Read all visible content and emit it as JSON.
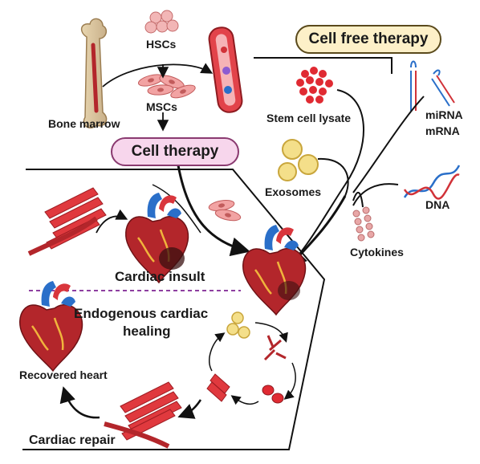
{
  "labels": {
    "hscs": "HSCs",
    "mscs": "MSCs",
    "bone_marrow": "Bone marrow",
    "cell_free_therapy": "Cell free therapy",
    "cell_therapy": "Cell therapy",
    "stem_cell_lysate": "Stem cell lysate",
    "mirna": "miRNA",
    "mrna": "mRNA",
    "exosomes": "Exosomes",
    "dna": "DNA",
    "cytokines": "Cytokines",
    "cardiac_insult": "Cardiac insult",
    "endogenous_line1": "Endogenous cardiac",
    "endogenous_line2": "healing",
    "recovered_heart": "Recovered heart",
    "cardiac_repair": "Cardiac repair"
  },
  "colors": {
    "cell_free_pill_fill": "#fdf0c8",
    "cell_free_pill_border": "#5a4a1c",
    "cell_therapy_pill_fill": "#f7d6ec",
    "cell_therapy_pill_border": "#8a3a70",
    "divider": "#8e3fa0",
    "heart_red": "#b3262b",
    "vessel_blue": "#2a6fc9",
    "exosome_yellow": "#f4df8a"
  }
}
